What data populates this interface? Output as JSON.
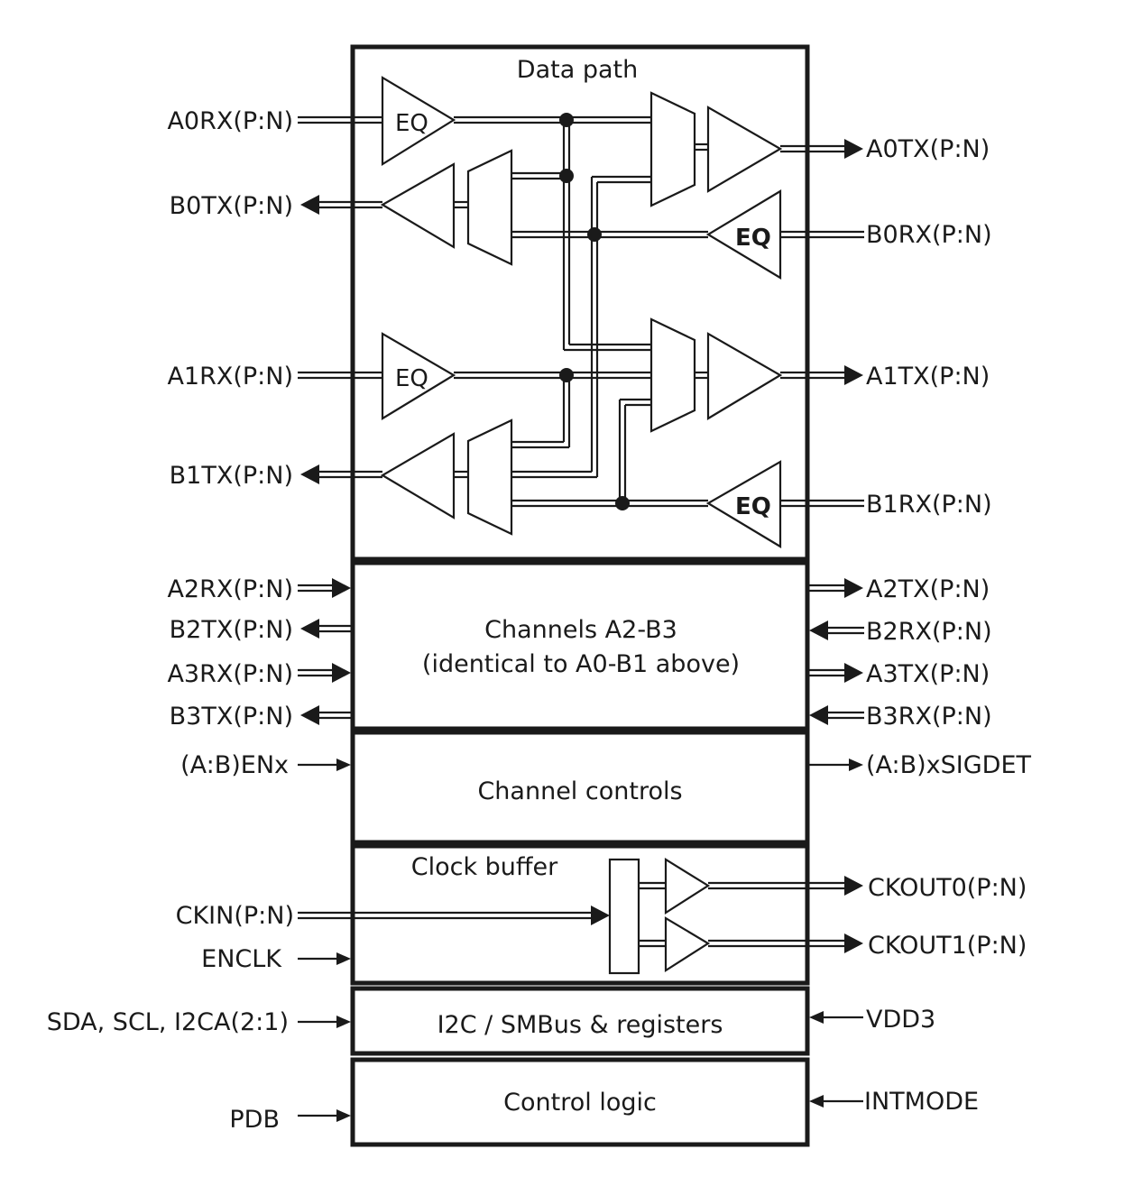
{
  "blocks": {
    "data_path": "Data path",
    "channels_line1": "Channels A2-B3",
    "channels_line2": "(identical to A0-B1 above)",
    "channel_controls": "Channel controls",
    "clock_buffer": "Clock buffer",
    "i2c": "I2C / SMBus & registers",
    "control_logic": "Control logic"
  },
  "eq_label": "EQ",
  "pins_left": {
    "a0rx": "A0RX(P:N)",
    "b0tx": "B0TX(P:N)",
    "a1rx": "A1RX(P:N)",
    "b1tx": "B1TX(P:N)",
    "a2rx": "A2RX(P:N)",
    "b2tx": "B2TX(P:N)",
    "a3rx": "A3RX(P:N)",
    "b3tx": "B3TX(P:N)",
    "enx": "(A:B)ENx",
    "ckin": "CKIN(P:N)",
    "enclk": "ENCLK",
    "sda": "SDA, SCL, I2CA(2:1)",
    "pdb": "PDB"
  },
  "pins_right": {
    "a0tx": "A0TX(P:N)",
    "b0rx": "B0RX(P:N)",
    "a1tx": "A1TX(P:N)",
    "b1rx": "B1RX(P:N)",
    "a2tx": "A2TX(P:N)",
    "b2rx": "B2RX(P:N)",
    "a3tx": "A3TX(P:N)",
    "b3rx": "B3RX(P:N)",
    "sigdet": "(A:B)xSIGDET",
    "ckout0": "CKOUT0(P:N)",
    "ckout1": "CKOUT1(P:N)",
    "vdd3": "VDD3",
    "intmode": "INTMODE"
  }
}
